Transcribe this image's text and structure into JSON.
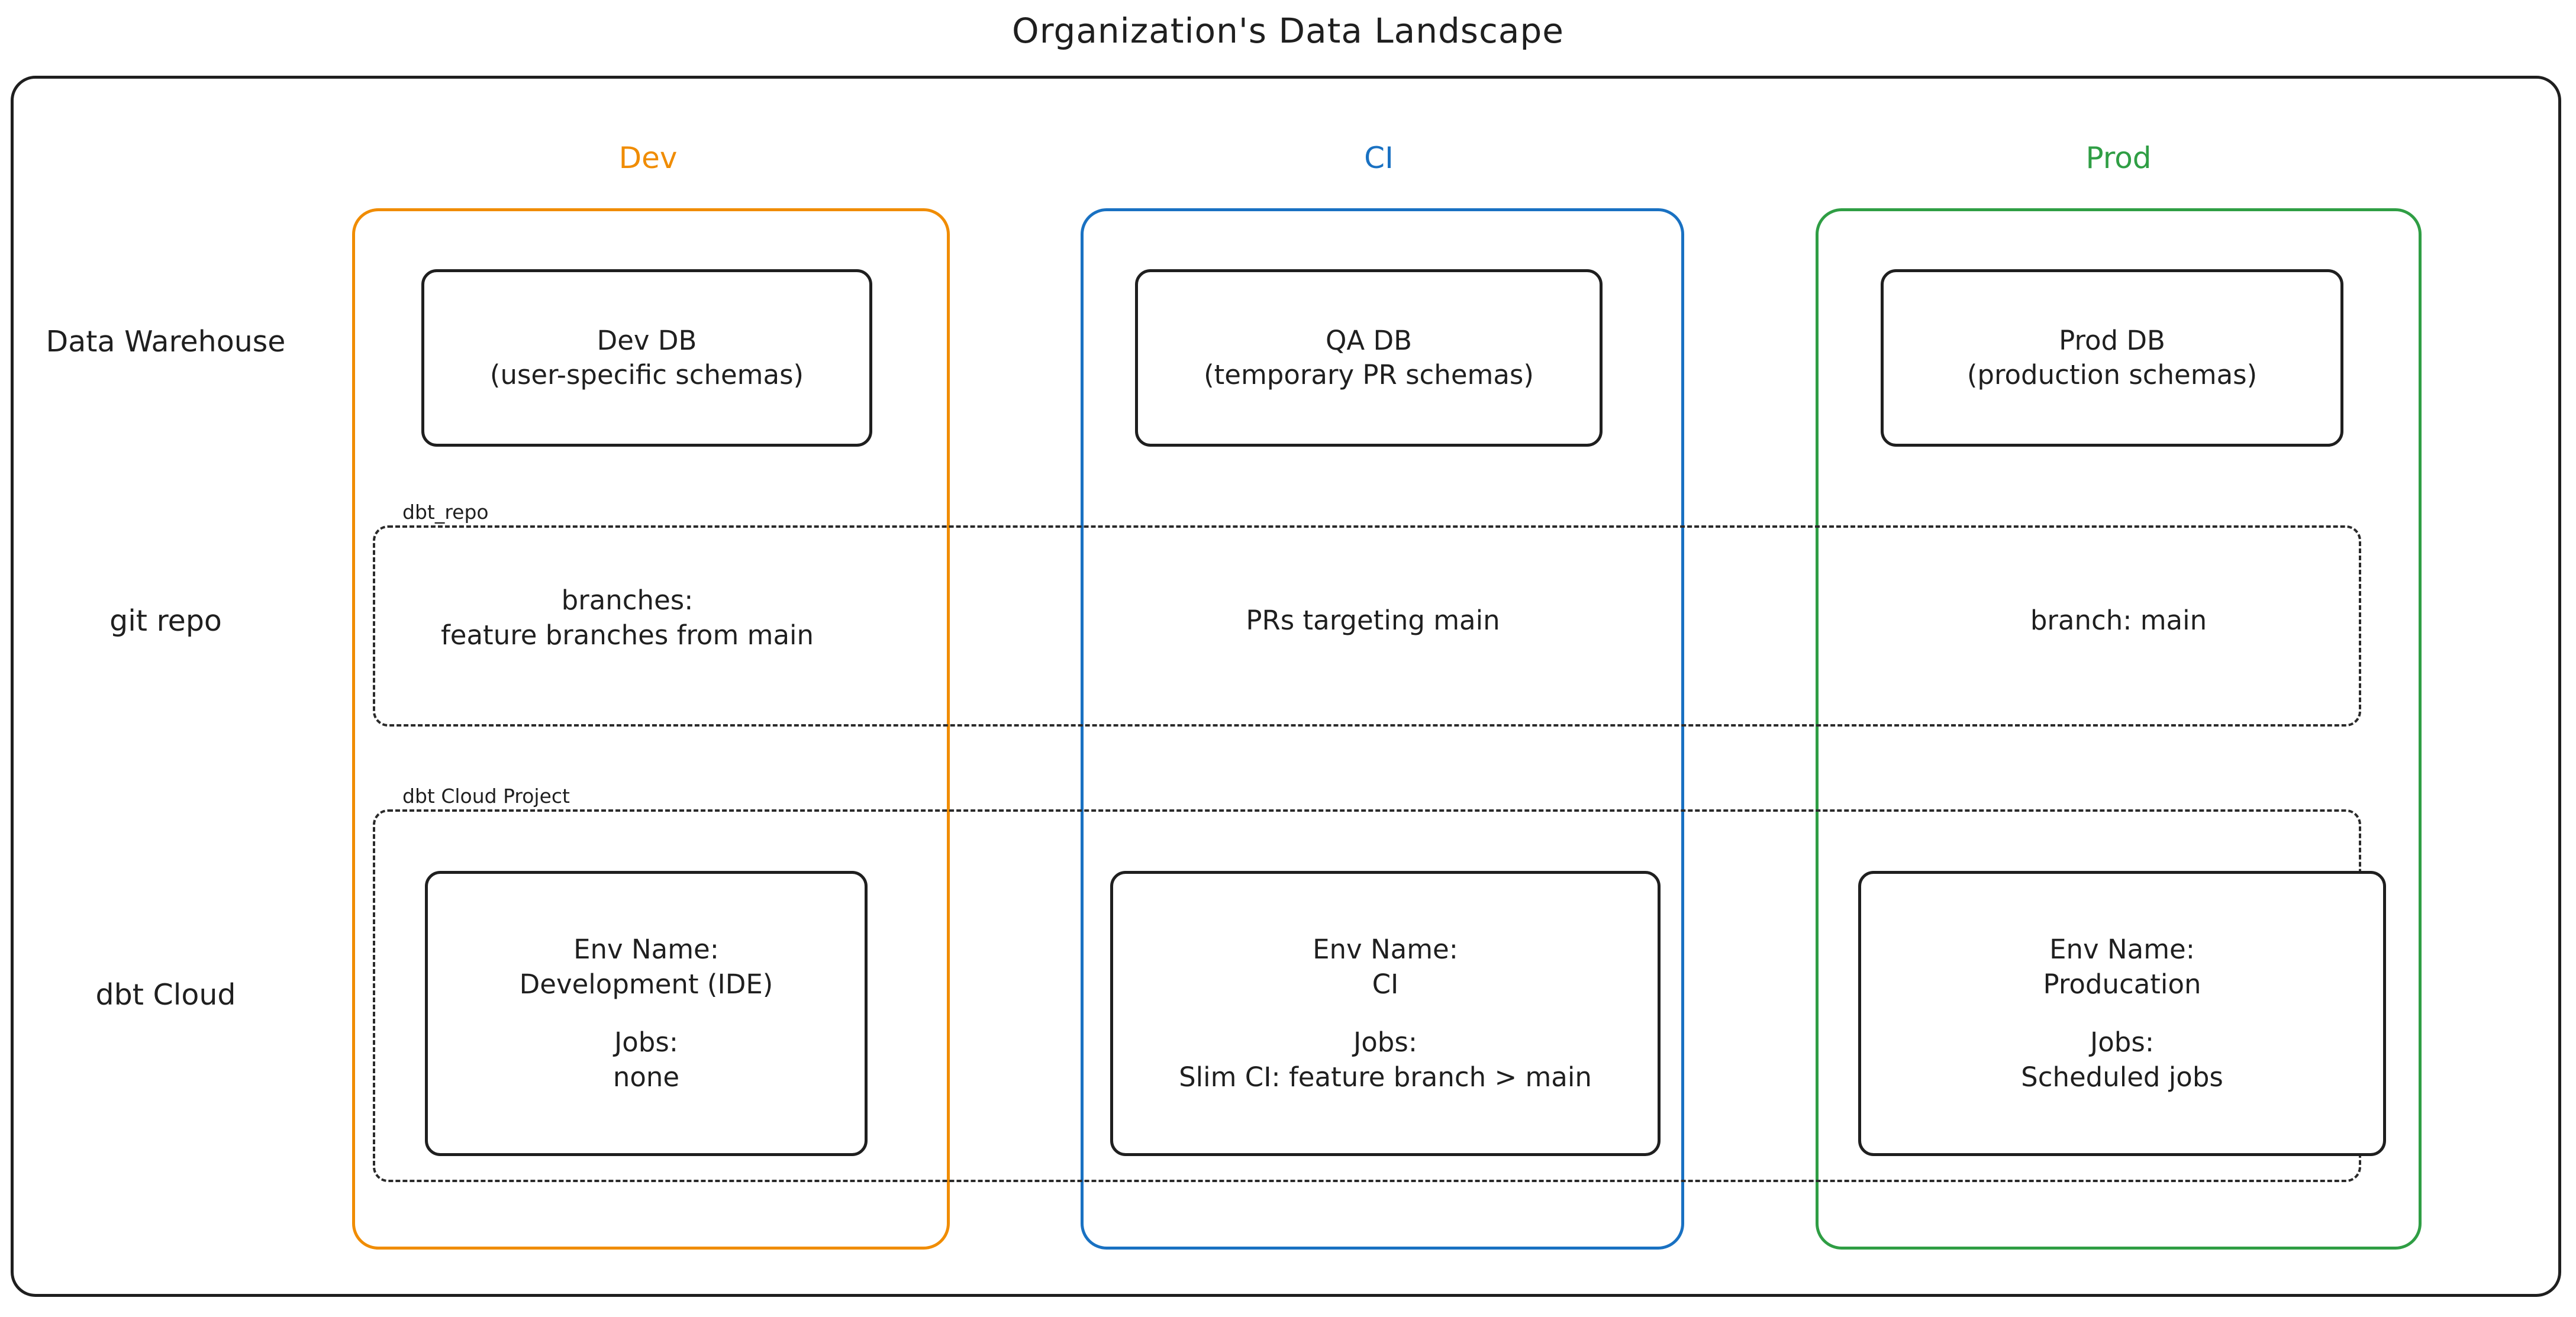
{
  "title": "Organization's Data Landscape",
  "colors": {
    "dev": "#F08C00",
    "ci": "#1971C2",
    "prod": "#2F9E44",
    "ink": "#1f1f1f",
    "background": "#ffffff"
  },
  "columns": [
    {
      "key": "dev",
      "label": "Dev"
    },
    {
      "key": "ci",
      "label": "CI"
    },
    {
      "key": "prod",
      "label": "Prod"
    }
  ],
  "rows": [
    {
      "key": "data_warehouse",
      "label_line1": "Data",
      "label_line2": "Warehouse"
    },
    {
      "key": "git_repo",
      "label_line1": "git repo",
      "label_line2": ""
    },
    {
      "key": "dbt_cloud",
      "label_line1": "dbt Cloud",
      "label_line2": ""
    }
  ],
  "bands": [
    {
      "key": "git_band",
      "label": "dbt_repo"
    },
    {
      "key": "dbt_band",
      "label": "dbt Cloud Project"
    }
  ],
  "nodes": {
    "data_warehouse": {
      "dev": {
        "line1": "Dev DB",
        "line2": "(user-specific schemas)"
      },
      "ci": {
        "line1": "QA DB",
        "line2": "(temporary PR schemas)"
      },
      "prod": {
        "line1": "Prod DB",
        "line2": "(production schemas)"
      }
    },
    "git_repo": {
      "dev": {
        "line1": "branches:",
        "line2": "feature branches from main"
      },
      "ci": {
        "line1": "PRs targeting main",
        "line2": ""
      },
      "prod": {
        "line1": "branch: main",
        "line2": ""
      }
    },
    "dbt_cloud": {
      "dev": {
        "env_label": "Env Name:",
        "env_value": "Development (IDE)",
        "jobs_label": "Jobs:",
        "jobs_value": "none"
      },
      "ci": {
        "env_label": "Env Name:",
        "env_value": "CI",
        "jobs_label": "Jobs:",
        "jobs_value": "Slim CI: feature branch > main"
      },
      "prod": {
        "env_label": "Env Name:",
        "env_value": "Producation",
        "jobs_label": "Jobs:",
        "jobs_value": "Scheduled jobs"
      }
    }
  }
}
